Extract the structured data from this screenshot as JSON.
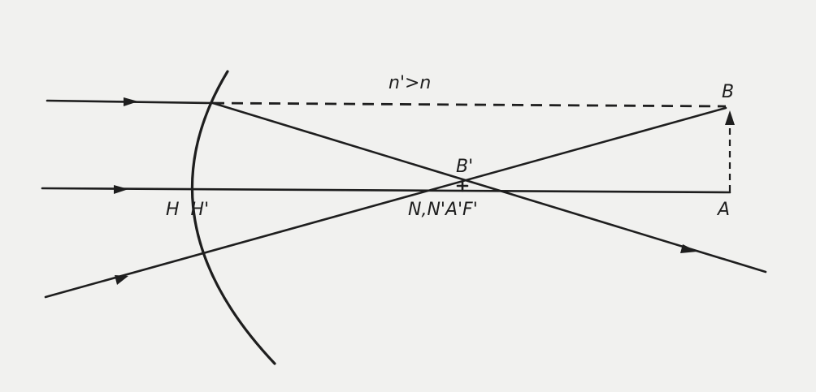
{
  "labels": {
    "index_relation": "n'>n",
    "object_top": "B",
    "image_top": "B'",
    "principal_points": "H  H'",
    "nodal_image_focal": "N,N'A'F'",
    "object_base": "A"
  },
  "colors": {
    "ink": "#1e1e1e",
    "paper": "#f1f1ef"
  }
}
